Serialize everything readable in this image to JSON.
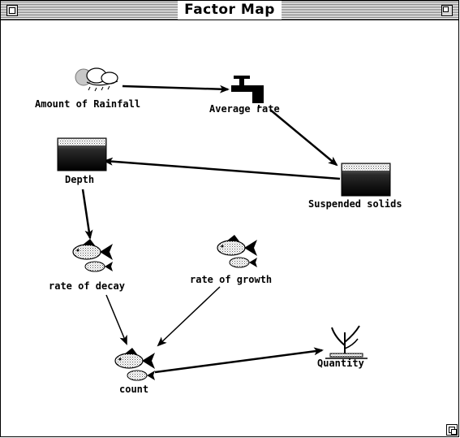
{
  "window": {
    "title": "Factor Map"
  },
  "nodes": [
    {
      "id": "rainfall",
      "label": "Amount of Rainfall",
      "icon": "cloud-rain-icon"
    },
    {
      "id": "average_rate",
      "label": "Average rate",
      "icon": "faucet-icon"
    },
    {
      "id": "depth",
      "label": "Depth",
      "icon": "water-block-icon"
    },
    {
      "id": "suspended_solids",
      "label": "Suspended solids",
      "icon": "water-block-icon"
    },
    {
      "id": "rate_of_decay",
      "label": "rate of decay",
      "icon": "fish-icon"
    },
    {
      "id": "rate_of_growth",
      "label": "rate of growth",
      "icon": "fish-icon"
    },
    {
      "id": "count",
      "label": "count",
      "icon": "fish-icon"
    },
    {
      "id": "quantity",
      "label": "Quantity",
      "icon": "plant-icon"
    }
  ],
  "edges": [
    {
      "from": "rainfall",
      "to": "average_rate"
    },
    {
      "from": "average_rate",
      "to": "suspended_solids"
    },
    {
      "from": "suspended_solids",
      "to": "depth"
    },
    {
      "from": "depth",
      "to": "rate_of_decay"
    },
    {
      "from": "rate_of_decay",
      "to": "count"
    },
    {
      "from": "rate_of_growth",
      "to": "count"
    },
    {
      "from": "count",
      "to": "quantity"
    }
  ]
}
